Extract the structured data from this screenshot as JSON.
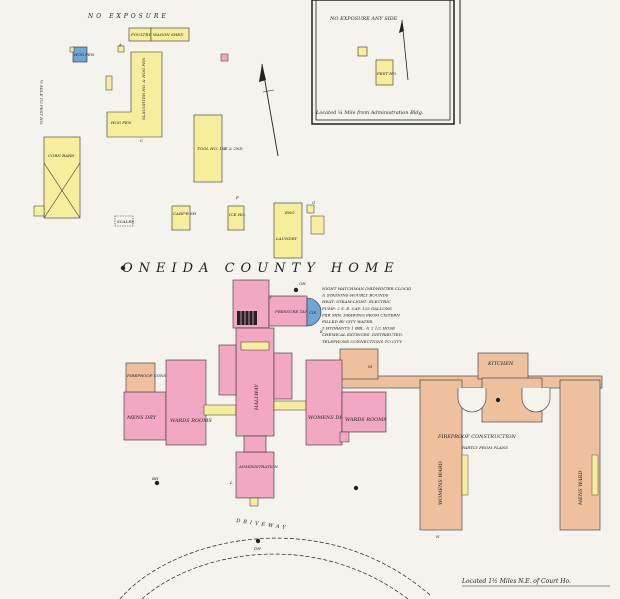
{
  "title": "ONEIDA COUNTY HOME",
  "top_exposure": "NO EXPOSURE",
  "inset_exposure": "NO EXPOSURE ANY SIDE",
  "inset_caption": "Located ¼ Mile from Administration Bldg.",
  "bottom_caption": "Located 1½ Miles N.E. of Court Ho.",
  "left_side_note": "½ MILE TO PEST HO.",
  "driveway": "DRIVEWAY",
  "notes": [
    "NIGHT WATCHMAN (MIDWINTER CLOCK)",
    "& STATIONS-HOURLY ROUNDS",
    "HEAT: STEAM-LIGHT: ELECTRIC",
    "PUMP: 2 S. E. CAP. 125 GALLONS",
    "PER MIN. DRAWING FROM CISTERN",
    "FILLED BY CITY WATER.",
    "5 HYDRANTS 1 BBL. & 2 1/2 HOSE",
    "CHEMICAL EXTINGRS. DISTRIBUTED.",
    "TELEPHONE CONNECTIONS TO CITY."
  ],
  "labels": {
    "poultry": "POULTRY",
    "wagon_shed": "WAGON SHED",
    "hog_pen": "HOG PEN",
    "slaughter": "SLAUGHTER HO. & HOG PEN",
    "corn_barn": "CORN BARN",
    "tool_ho": "TOOL HO. 1ST & 2ND",
    "scales": "SCALES",
    "carpenter": "CARP'R SH",
    "ice_ho": "ICE HO.",
    "engine": "ENG.",
    "laundry": "LAUNDRY",
    "pest_ho": "PEST HO.",
    "pressure_tank": "PRESSURE TANK",
    "cis": "CIS.",
    "fireproof_constr": "FIREPROOF CONSTRUCTION",
    "fireproof_main": "FIREPROOF CONSTRUCTION",
    "partly": "PARTLY FROM PLANS",
    "mens_dry": "MENS DRY",
    "wards_rooms_1": "WARDS ROOMS",
    "hallway": "HALLWAY",
    "womens_dry": "WOMENS DRY",
    "wards_rooms_2": "WARDS ROOMS",
    "womens_ward": "WOMENS WARD",
    "mens_ward": "MENS WARD",
    "kitchen": "KITCHEN",
    "admin": "ADMINISTRATION"
  },
  "letters": [
    "A",
    "B",
    "C",
    "D",
    "E",
    "F",
    "G",
    "H",
    "J",
    "K",
    "L",
    "M",
    "N"
  ],
  "marks": [
    "OH",
    "BH",
    "DH"
  ],
  "colors": {
    "paper": "#f4f3ee",
    "frame_brick": "#f6ee9c",
    "brick": "#f2a8c2",
    "fireproof": "#efc09e",
    "adobe": "#6fa6d8",
    "outline": "#333333",
    "line": "#222222"
  }
}
